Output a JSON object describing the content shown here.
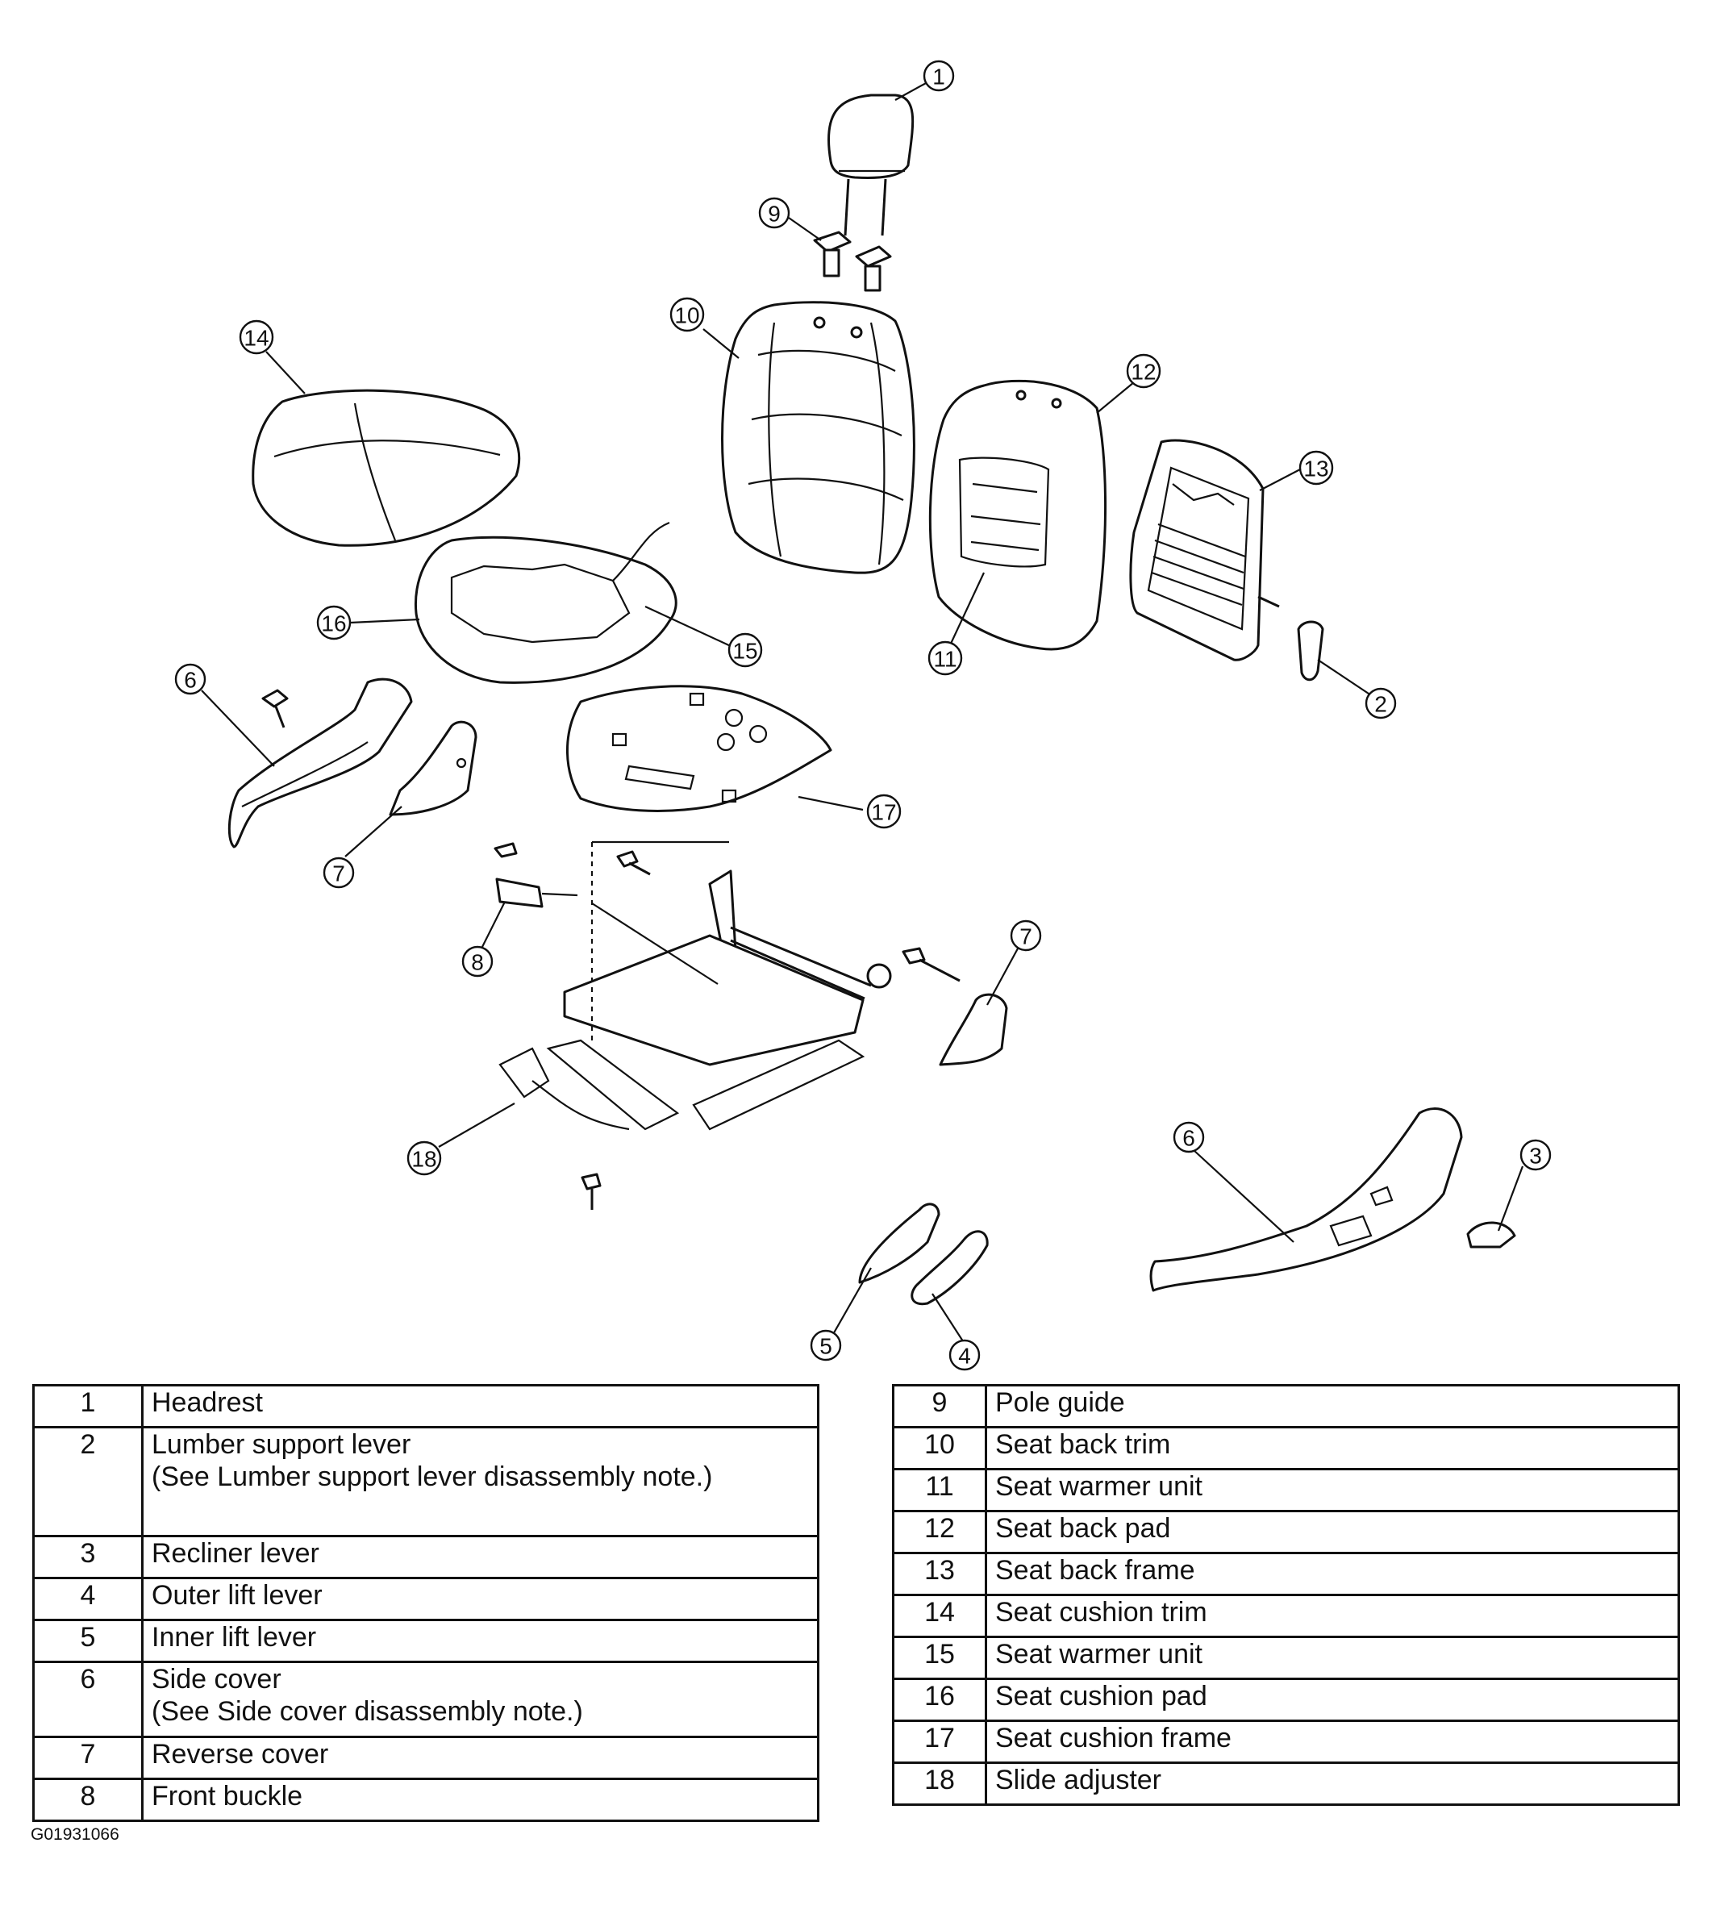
{
  "figure_code": "G01931066",
  "callouts": {
    "c1": "1",
    "c2": "2",
    "c3": "3",
    "c4": "4",
    "c5": "5",
    "c6a": "6",
    "c6b": "6",
    "c7a": "7",
    "c7b": "7",
    "c8": "8",
    "c9": "9",
    "c10": "10",
    "c11": "11",
    "c12": "12",
    "c13": "13",
    "c14": "14",
    "c15": "15",
    "c16": "16",
    "c17": "17",
    "c18": "18"
  },
  "legend": {
    "left": [
      {
        "num": "1",
        "desc": "Headrest"
      },
      {
        "num": "2",
        "desc": "Lumber support lever",
        "note": "(See Lumber support lever disassembly note.)"
      },
      {
        "num": "3",
        "desc": "Recliner lever"
      },
      {
        "num": "4",
        "desc": "Outer lift lever"
      },
      {
        "num": "5",
        "desc": "Inner lift lever"
      },
      {
        "num": "6",
        "desc": "Side cover",
        "note": "(See Side cover disassembly note.)"
      },
      {
        "num": "7",
        "desc": "Reverse cover"
      },
      {
        "num": "8",
        "desc": "Front buckle"
      }
    ],
    "right": [
      {
        "num": "9",
        "desc": "Pole guide"
      },
      {
        "num": "10",
        "desc": "Seat back trim"
      },
      {
        "num": "11",
        "desc": "Seat warmer unit"
      },
      {
        "num": "12",
        "desc": "Seat back pad"
      },
      {
        "num": "13",
        "desc": "Seat back frame"
      },
      {
        "num": "14",
        "desc": "Seat cushion trim"
      },
      {
        "num": "15",
        "desc": "Seat warmer unit"
      },
      {
        "num": "16",
        "desc": "Seat cushion pad"
      },
      {
        "num": "17",
        "desc": "Seat cushion frame"
      },
      {
        "num": "18",
        "desc": "Slide adjuster"
      }
    ]
  }
}
